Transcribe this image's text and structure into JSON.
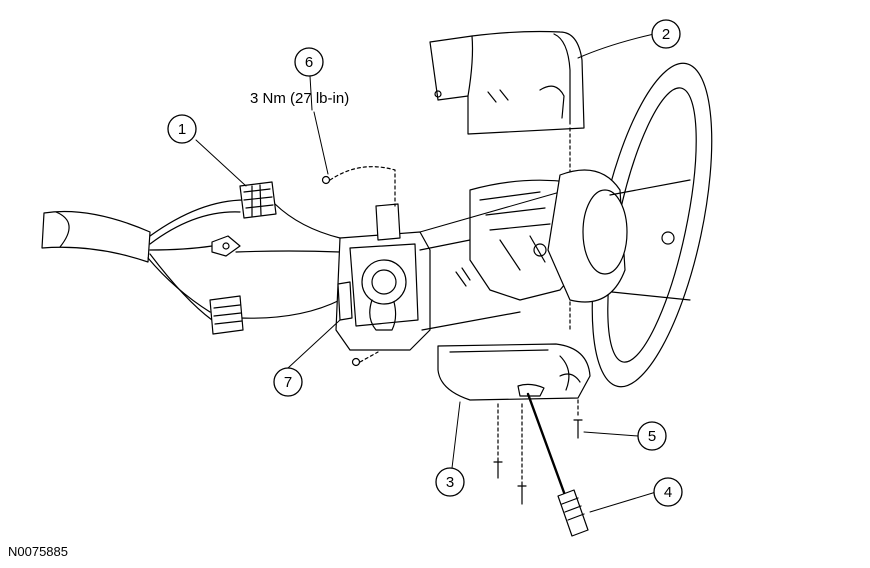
{
  "figure_id": "N0075885",
  "torque_spec": "3 Nm (27 lb-in)",
  "callouts": [
    {
      "number": "1"
    },
    {
      "number": "2"
    },
    {
      "number": "3"
    },
    {
      "number": "4"
    },
    {
      "number": "5"
    },
    {
      "number": "6"
    },
    {
      "number": "7"
    }
  ]
}
